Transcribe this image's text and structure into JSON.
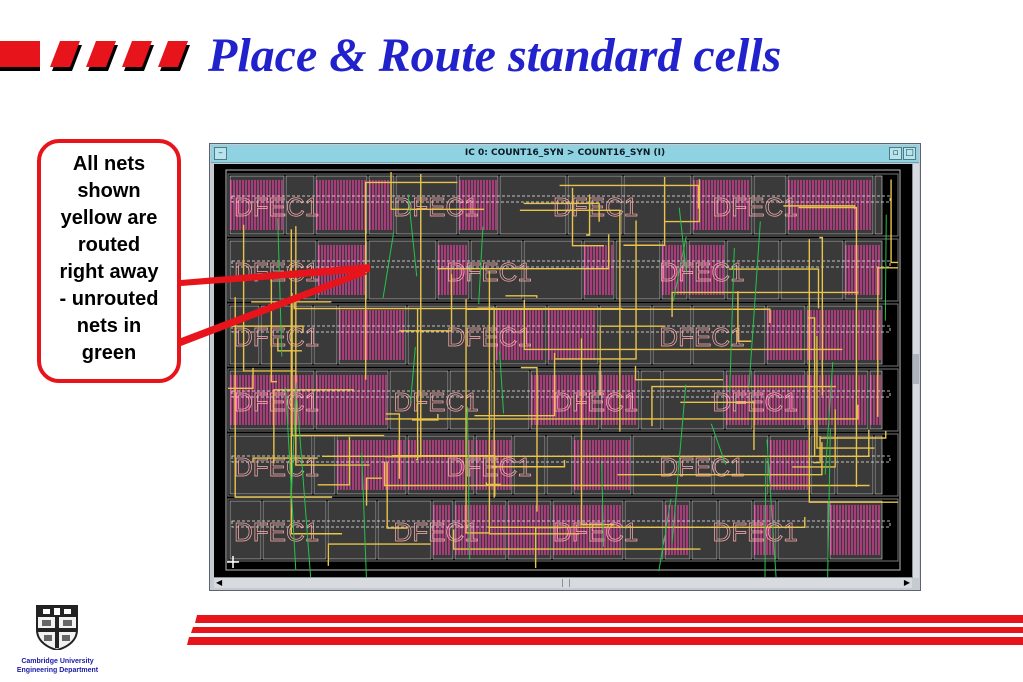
{
  "colors": {
    "title": "#2222cc",
    "accent_red": "#e8141b",
    "routed_net": "#e8c44a",
    "unrouted_net": "#27c24a",
    "cell_magenta": "#ff3fae",
    "cell_outline": "#d8d8d8",
    "cell_fill": "#3a3a3a"
  },
  "slide": {
    "title": "Place & Route standard cells"
  },
  "callout": {
    "text": "All nets\nshown\nyellow are\nrouted\nright away\n- unrouted\nnets in\ngreen"
  },
  "window": {
    "title": "IC 0: COUNT16_SYN > COUNT16_SYN (I)",
    "menu_icon": "dash-icon",
    "minimize_icon": "minimize-icon",
    "maximize_icon": "maximize-icon"
  },
  "layout_view": {
    "label_rows": [
      [
        "DFEC1",
        "DFEC1",
        "DFEC1",
        "DFEC1"
      ],
      [
        "DFEC1",
        "DFEC1",
        "DFEC1"
      ],
      [
        "DFEC1",
        "DFEC1",
        "DFEC1"
      ],
      [
        "DFEC1",
        "DFEC1",
        "DFEC1",
        "DFEC1"
      ],
      [
        "DFEC1",
        "DFEC1",
        "DFEC1"
      ],
      [
        "DFEC1",
        "DFEC1",
        "DFEC1",
        "DFEC1"
      ]
    ]
  },
  "logo": {
    "line1": "Cambridge University",
    "line2": "Engineering  Department"
  }
}
